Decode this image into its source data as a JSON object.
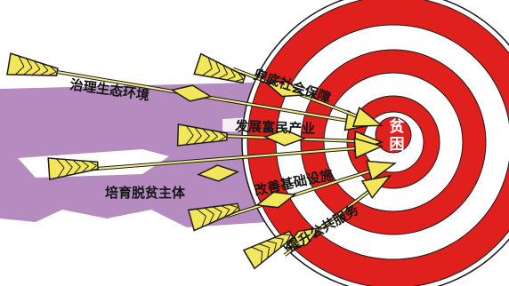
{
  "target": {
    "text_top": "贫",
    "text_bottom": "困"
  },
  "arrows": [
    {
      "label": "治理生态环境"
    },
    {
      "label": "兜底社会保障"
    },
    {
      "label": "发展富民产业"
    },
    {
      "label": "培育脱贫主体"
    },
    {
      "label": "改善基础设施"
    },
    {
      "label": "提升公共服务"
    }
  ],
  "colors": {
    "band": "#b58bc0",
    "ring_red": "#e0201c",
    "ring_white": "#ffffff",
    "arrow_yellow": "#f2ec88",
    "fletch_yellow": "#f3e65a",
    "outline": "#1b1b1b"
  }
}
